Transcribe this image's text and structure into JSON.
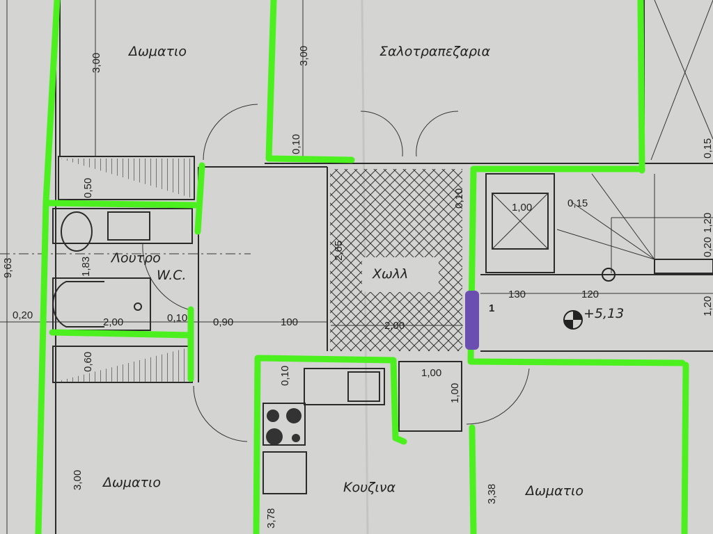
{
  "rooms": {
    "bedroom_top_left": "Δωματιο",
    "living_dining": "Σαλοτραπεζαρια",
    "bathroom": "Λουτρο",
    "wc": "W.C.",
    "hall": "Χωλλ",
    "kitchen": "Κουζινα",
    "bedroom_bottom_left": "Δωματιο",
    "bedroom_bottom_right": "Δωματιο"
  },
  "dimensions": {
    "d_300_a": "3,00",
    "d_300_b": "3,00",
    "d_010_a": "0,10",
    "d_050": "0,50",
    "d_963": "9,63",
    "d_183": "1,83",
    "d_020": "0,20",
    "d_200_a": "2,00",
    "d_010_b": "0,10",
    "d_090": "0,90",
    "d_100_a": "100",
    "d_265": "2,65",
    "d_200_b": "2,00",
    "d_100_b": "1,00",
    "d_015_a": "0,15",
    "d_130": "130",
    "d_120_a": "120",
    "elevation": "+5,13",
    "d_010_c": "0,10",
    "d_015_b": "0,15",
    "d_120_b": "1,20",
    "d_020_b": "0,20",
    "d_120_c": "1,20",
    "d_060": "0,60",
    "d_010_d": "0,10",
    "d_100_c": "1,00",
    "d_100_d": "1,00",
    "d_300_c": "3,00",
    "d_378": "3,78",
    "d_338": "3,38",
    "marker": "1"
  },
  "colors": {
    "highlight_green": "#4cf01e",
    "highlight_purple": "#6a4fb0",
    "paper": "#d4d4d2"
  }
}
